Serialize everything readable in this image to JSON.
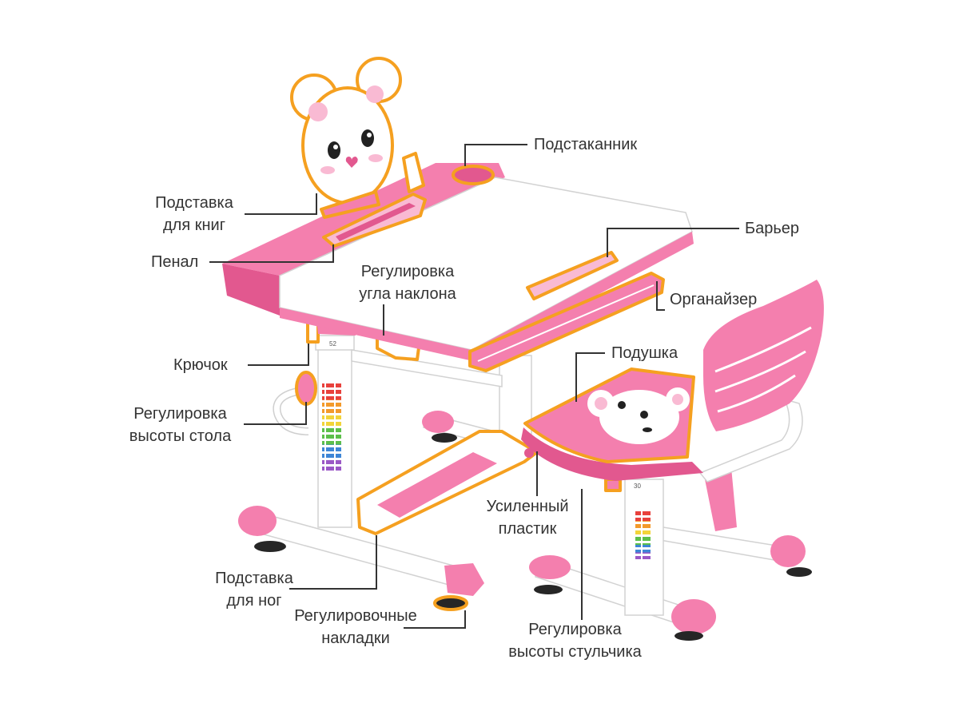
{
  "labels": {
    "cup_holder": "Подстаканник",
    "book_stand": [
      "Подставка",
      "для книг"
    ],
    "pencil_case": "Пенал",
    "barrier": "Барьер",
    "tilt_adjust": [
      "Регулировка",
      "угла наклона"
    ],
    "organizer": "Органайзер",
    "cushion": "Подушка",
    "hook": "Крючок",
    "desk_height": [
      "Регулировка",
      "высоты стола"
    ],
    "reinforced_plastic": [
      "Усиленный",
      "пластик"
    ],
    "footrest": [
      "Подставка",
      "для ног"
    ],
    "adjust_pads": [
      "Регулировочные",
      "накладки"
    ],
    "chair_height": [
      "Регулировка",
      "высоты стульчика"
    ]
  },
  "product_marks": {
    "desk_column": "52",
    "chair_column": "30"
  },
  "colors": {
    "pink": "#f47fae",
    "pink_light": "#f9bad3",
    "pink_dark": "#e2588f",
    "highlight": "#f5a020",
    "leader_line": "#333333",
    "text": "#333333"
  }
}
